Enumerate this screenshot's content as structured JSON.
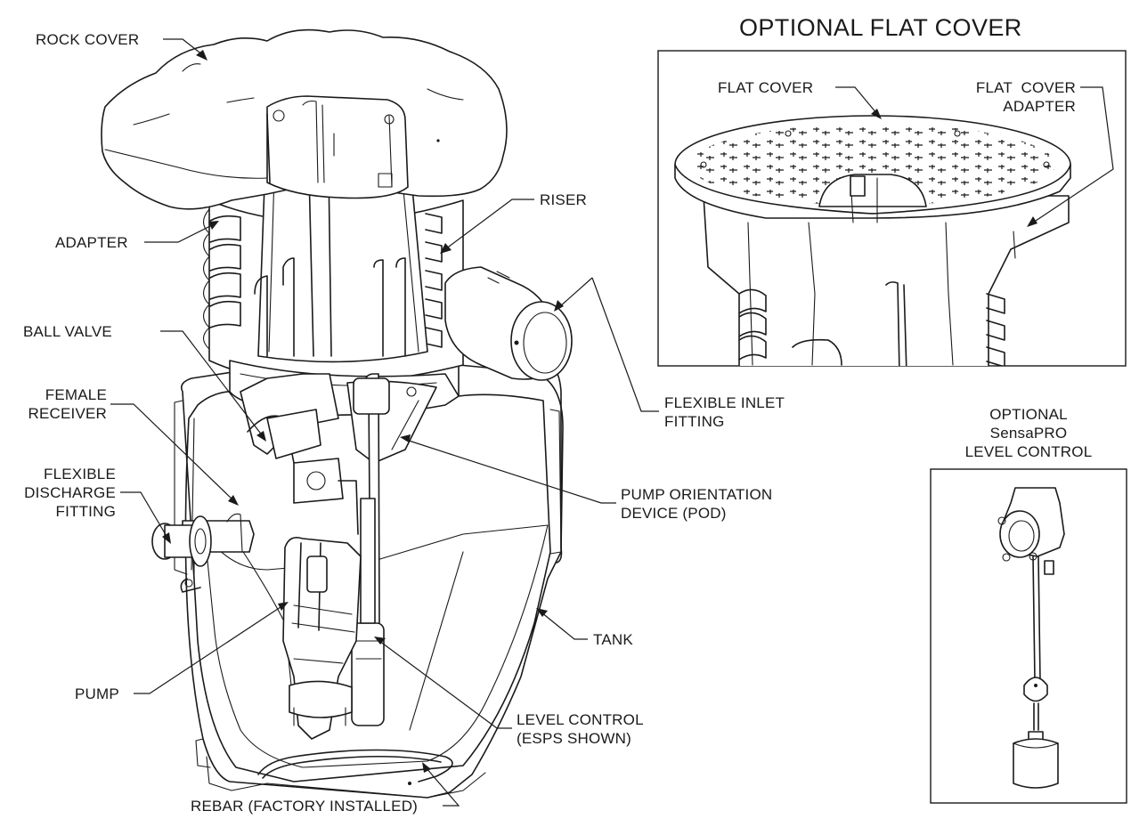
{
  "labels": {
    "rock_cover": "ROCK COVER",
    "riser": "RISER",
    "adapter": "ADAPTER",
    "ball_valve": "BALL VALVE",
    "female_receiver": "FEMALE\nRECEIVER",
    "flexible_discharge": "FLEXIBLE\nDISCHARGE\nFITTING",
    "flexible_inlet": "FLEXIBLE INLET\nFITTING",
    "pod": "PUMP ORIENTATION\nDEVICE (POD)",
    "pump": "PUMP",
    "tank": "TANK",
    "level_control": "LEVEL CONTROL\n(ESPS SHOWN)",
    "rebar": "REBAR (FACTORY INSTALLED)"
  },
  "flat_cover_inset": {
    "title": "OPTIONAL FLAT COVER",
    "flat_cover": "FLAT COVER",
    "flat_cover_adapter": "FLAT  COVER\nADAPTER"
  },
  "sensapro_inset": {
    "title": "OPTIONAL\nSensaPRO\nLEVEL CONTROL"
  }
}
